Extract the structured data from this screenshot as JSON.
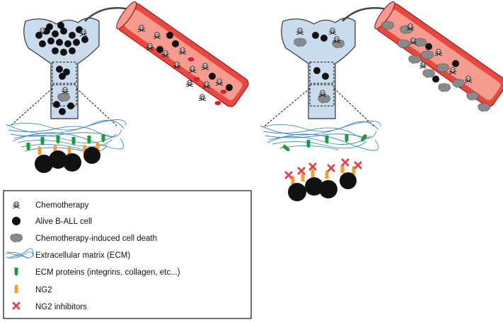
{
  "legend": {
    "items": [
      {
        "icon": "skull-icon",
        "label": "Chemotherapy"
      },
      {
        "icon": "alive-cell-icon",
        "label": "Alive B-ALL cell"
      },
      {
        "icon": "dead-cell-icon",
        "label": "Chemotherapy-induced cell death"
      },
      {
        "icon": "ecm-icon",
        "label": "Extracellular matrix (ECM)"
      },
      {
        "icon": "ecm-protein-icon",
        "label": "ECM proteins (integrins, collagen, etc...)"
      },
      {
        "icon": "ng2-icon",
        "label": "NG2"
      },
      {
        "icon": "ng2-inhibitor-icon",
        "label": "NG2 inhibitors"
      }
    ]
  },
  "colors": {
    "bone": "#c9dced",
    "vessel": "#e8483d",
    "vessel_lumen": "#f59b8f",
    "cell": "#111111",
    "dead_cell": "#8a8a8a",
    "ecm": "#3a87c6",
    "ecm_protein": "#1e9a3c",
    "ng2": "#f0a030",
    "inhibitor": "#e0454b"
  }
}
